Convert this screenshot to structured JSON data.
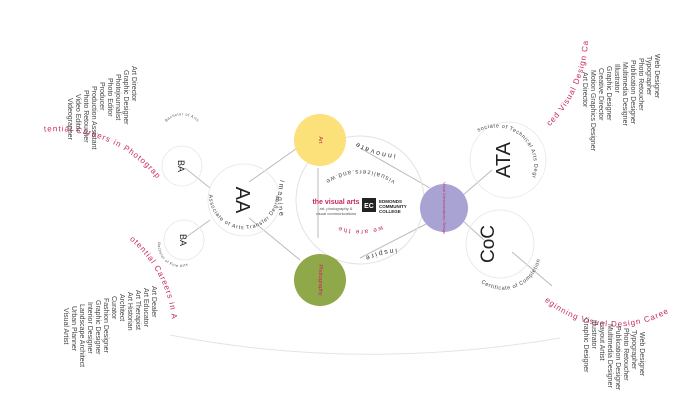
{
  "colors": {
    "crimson": "#c8285a",
    "dark": "#222222",
    "grey": "#555555",
    "line": "#bbbbbb",
    "art": "#fce07a",
    "photography": "#8fa84a",
    "graphic": "#a9a3d4"
  },
  "center": {
    "logo_title": "the visual arts",
    "logo_sub1": "art, photography &",
    "logo_sub2": "visual communications",
    "college_mark": "EC",
    "college_name1": "EDMONDS",
    "college_name2": "COMMUNITY",
    "college_name3": "COLLEGE",
    "ring_top": "we are the",
    "ring_bottom": "visualizers.and.we",
    "word_innovate": "innovate",
    "word_inspire": "inspire",
    "word_imagine": "imagine"
  },
  "disciplines": {
    "art": "Art",
    "photography": "Photography",
    "graphic": "Visual Communications / Design"
  },
  "degrees": {
    "aa": "AA",
    "aa_arc": "Associate of Arts Transfer Degree",
    "ba_top": "BA",
    "ba_top_arc": "Bachelor of Arts",
    "ba_bottom": "BA",
    "ba_bottom_arc": "Bachelor of Fine Arts",
    "ata": "ATA",
    "ata_arc": "Associate of Technical Arts Degree",
    "coc": "CoC",
    "coc_arc": "Certificate of Completion"
  },
  "careers": {
    "photography_title": "Potential Careers in Photography",
    "photography": [
      "Art Director",
      "Graphic Designer",
      "Photojournalist",
      "Photo Editor",
      "Producer",
      "Production Assistant",
      "Photo Retoucher",
      "Video Editor",
      "Videographer"
    ],
    "art_title": "Potential Careers in Art",
    "art": [
      "Art Dealer",
      "Art Educator",
      "Art Therapist",
      "Art Historian",
      "Architect",
      "Curator",
      "Fashion Designer",
      "Graphic Designer",
      "Interior Designer",
      "Landscape Architect",
      "Urban Planner",
      "Visual Artist"
    ],
    "advanced_title": "Advanced Visual Design Careers",
    "advanced": [
      "Art Director",
      "Motion Graphics Designer",
      "Creative Director",
      "Graphic Designer",
      "Illustrator",
      "Multimedia Designer",
      "Publication Designer",
      "Photo Retoucher",
      "Typographer",
      "Web Designer"
    ],
    "beginning_title": "Beginning Visual Design Careers",
    "beginning": [
      "Graphic Designer",
      "Illustrator",
      "Layout Artist",
      "Multimedia Designer",
      "Publication Designer",
      "Photo Retoucher",
      "Typographer",
      "Web Designer"
    ]
  }
}
